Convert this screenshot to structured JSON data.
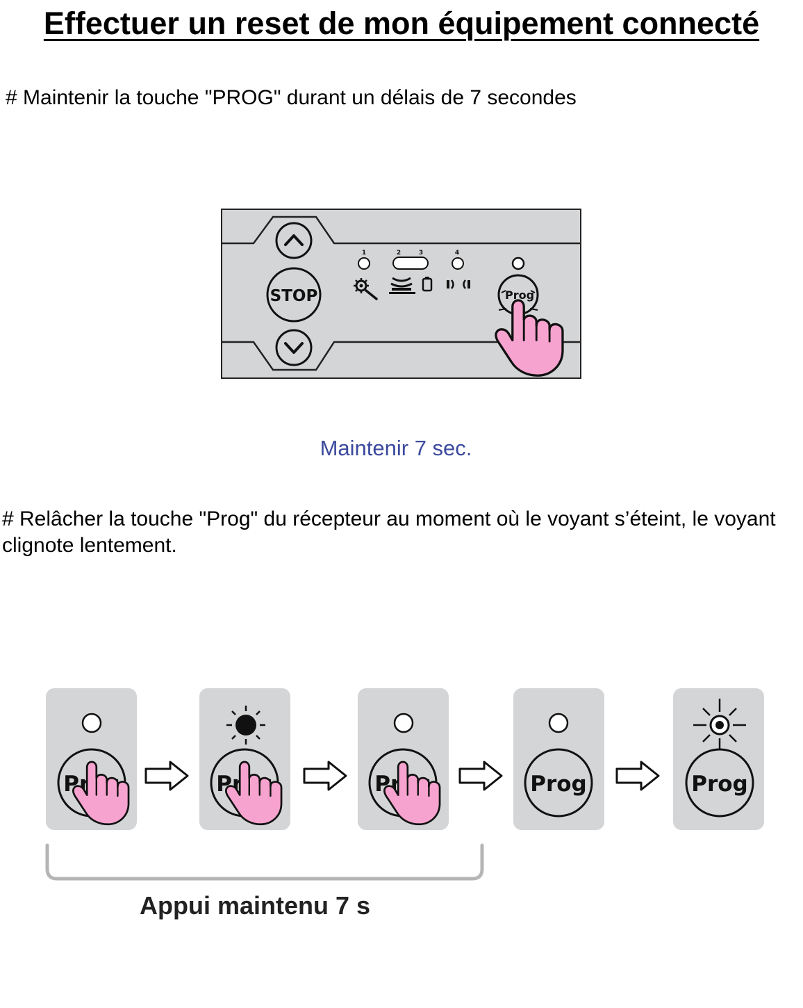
{
  "title": "Effectuer un reset de mon équipement connecté",
  "step1": "# Maintenir la touche \"PROG\" durant un délais de 7 secondes",
  "panel": {
    "stop_label": "STOP",
    "prog_label": "Prog",
    "led_numbers": [
      "1",
      "2",
      "3",
      "4"
    ]
  },
  "caption": "Maintenir 7 sec.",
  "step2": "# Relâcher la touche \"Prog\" du récepteur au moment où le voyant s’éteint, le voyant clignote lentement.",
  "sequence": {
    "prog_label": "Prog",
    "bracket_label": "Appui maintenu 7 s",
    "states": [
      {
        "led": "off",
        "pressed": true
      },
      {
        "led": "on",
        "pressed": true
      },
      {
        "led": "off",
        "pressed": true
      },
      {
        "led": "off",
        "pressed": false
      },
      {
        "led": "blinking",
        "pressed": false
      }
    ]
  },
  "colors": {
    "panel_bg": "#d4d5d6",
    "hand_fill": "#f7a3cf",
    "caption": "#3b4a9e"
  }
}
